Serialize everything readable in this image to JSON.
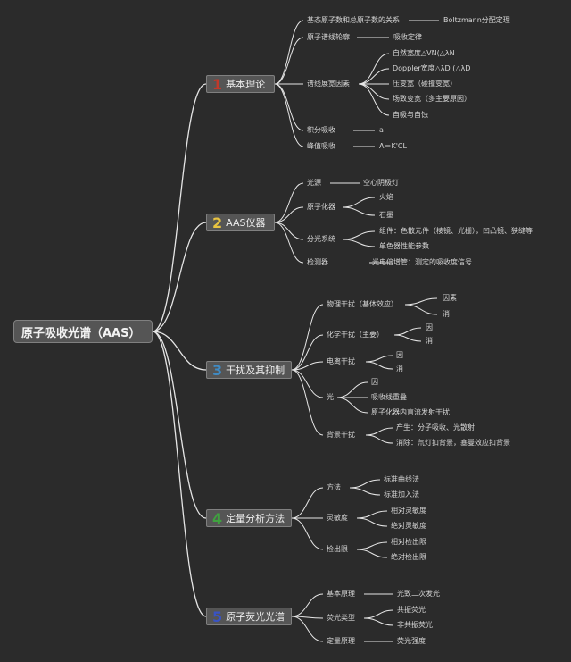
{
  "root": "原子吸收光谱（AAS）",
  "colors": {
    "line": "#e6e6e6",
    "n1": "#c0392b",
    "n2": "#e8c340",
    "n3": "#3f8bc4",
    "n4": "#3fa23f",
    "n5": "#3953c4"
  },
  "t1": {
    "num": "1",
    "label": "基本理论",
    "b1": "基态原子数和总原子数的关系",
    "b1c1": "Boltzmann分配定理",
    "b2": "原子谱线轮廓",
    "b2c1": "吸收定律",
    "b3": "谱线展宽因素",
    "b3c1": "自然宽度△VN(△λN",
    "b3c2": "Doppler宽度△λD (△λD",
    "b3c3": "压变宽（碰撞变宽）",
    "b3c4": "场致变宽（多主要原因）",
    "b3c5": "自吸与自蚀",
    "b4": "积分吸收",
    "b4c1": "a",
    "b5": "峰值吸收",
    "b5c1": "A＝K'CL"
  },
  "t2": {
    "num": "2",
    "label": "AAS仪器",
    "b1": "光源",
    "b1c1": "空心阴极灯",
    "b2": "原子化器",
    "b2c1": "火焰",
    "b2c2": "石墨",
    "b3": "分光系统",
    "b3c1": "组件：色散元件（棱镜、光栅），凹凸镜、狭缝等",
    "b3c2": "单色器性能参数",
    "b4": "检测器",
    "b4c1": "光电倍增管：测定的吸收度信号"
  },
  "t3": {
    "num": "3",
    "label": "干扰及其抑制",
    "b1": "物理干扰（基体效应）",
    "b1c1": "因素",
    "b1c2": "消",
    "b2": "化学干扰（主要）",
    "b2c1": "因",
    "b2c2": "消",
    "b3": "电离干扰",
    "b3c1": "因",
    "b3c2": "消",
    "b4": "光",
    "b4c1": "因",
    "b4c2": "吸收线重叠",
    "b4c3": "原子化器内直流发射干扰",
    "b5": "背景干扰",
    "b5c1": "产生：分子吸收、光散射",
    "b5c2": "消除：氘灯扣背景，塞曼效应扣背景"
  },
  "t4": {
    "num": "4",
    "label": "定量分析方法",
    "b1": "方法",
    "b1c1": "标准曲线法",
    "b1c2": "标准加入法",
    "b2": "灵敏度",
    "b2c1": "相对灵敏度",
    "b2c2": "绝对灵敏度",
    "b3": "检出限",
    "b3c1": "相对检出限",
    "b3c2": "绝对检出限"
  },
  "t5": {
    "num": "5",
    "label": "原子荧光光谱",
    "b1": "基本原理",
    "b1c1": "光致二次发光",
    "b2": "荧光类型",
    "b2c1": "共振荧光",
    "b2c2": "非共振荧光",
    "b3": "定量原理",
    "b3c1": "荧光强度"
  }
}
